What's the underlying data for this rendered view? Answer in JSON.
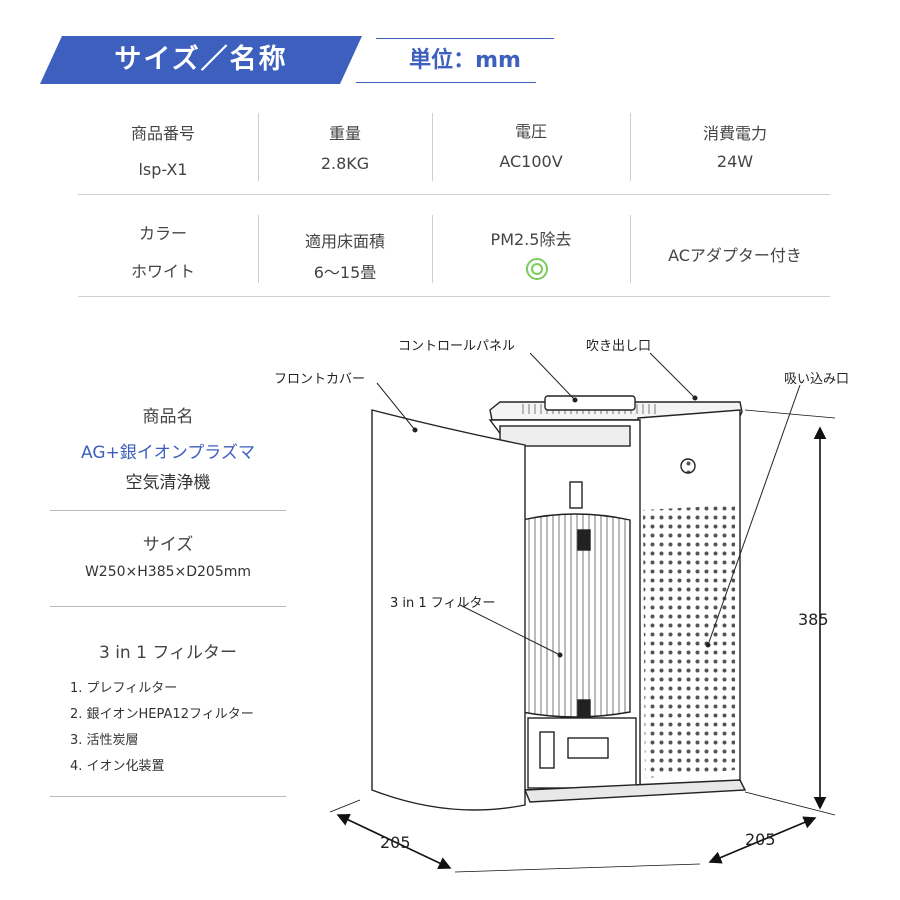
{
  "header": {
    "title": "サイズ／名称",
    "unit": "単位：mm"
  },
  "specs": {
    "row1": [
      {
        "label": "商品番号",
        "value": "lsp-X1"
      },
      {
        "label": "重量",
        "value": "2.8KG"
      },
      {
        "label": "電圧",
        "value": "AC100V"
      },
      {
        "label": "消費電力",
        "value": "24W"
      }
    ],
    "row2": [
      {
        "label": "カラー",
        "value": "ホワイト"
      },
      {
        "label": "適用床面積",
        "value": "6～15畳"
      },
      {
        "label": "PM2.5除去",
        "icon": "pm25-circle-icon"
      },
      {
        "label": "ACアダプター付き"
      }
    ]
  },
  "product": {
    "name_label": "商品名",
    "name_highlight": "AG+銀イオンプラズマ",
    "name_sub": "空気清浄機",
    "size_label": "サイズ",
    "size_value": "W250×H385×D205mm",
    "filter_title": "3 in 1 フィルター",
    "filter_items": [
      "1. プレフィルター",
      "2. 銀イオンHEPA12フィルター",
      "3. 活性炭層",
      "4. イオン化装置"
    ]
  },
  "diagram": {
    "callouts": {
      "control_panel": "コントロールパネル",
      "outlet": "吹き出し口",
      "inlet": "吸い込み口",
      "front_cover": "フロントカバー",
      "filter": "3 in 1 フィルター"
    },
    "dimensions": {
      "height": "385",
      "width": "205",
      "depth": "205"
    }
  },
  "colors": {
    "accent": "#3d5fbd",
    "pm_icon": "#7acc5a"
  }
}
